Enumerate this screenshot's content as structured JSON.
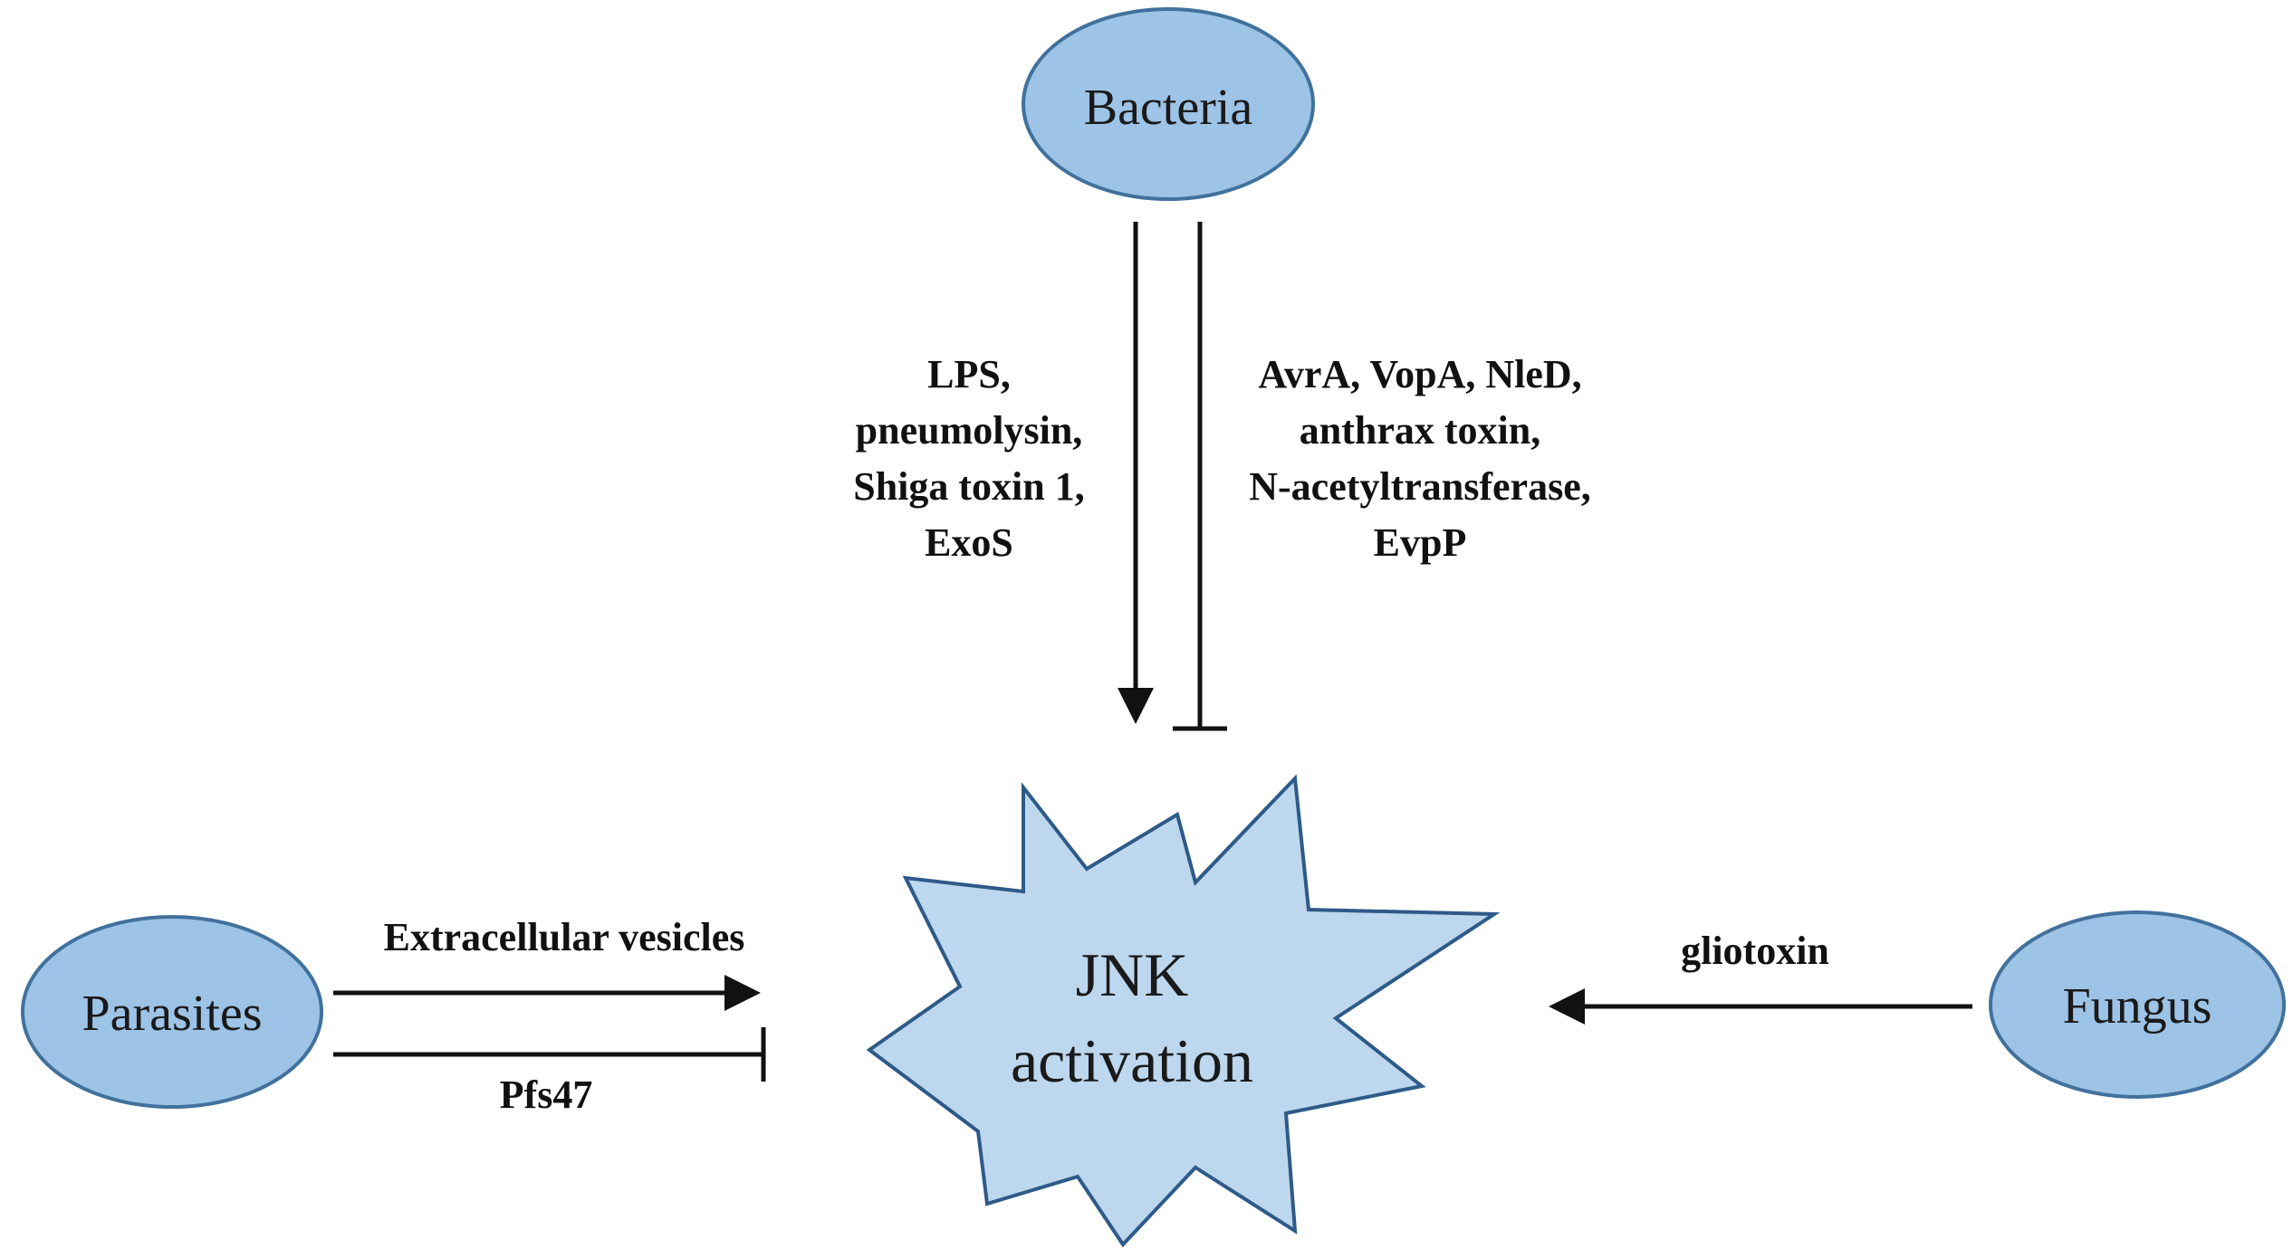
{
  "colors": {
    "node_fill": "#9dc3e6",
    "node_stroke": "#41719c",
    "star_fill": "#bdd7ee",
    "star_stroke": "#2e5a88",
    "line": "#111111",
    "text": "#1a1a1a"
  },
  "nodes": {
    "bacteria": "Bacteria",
    "parasites": "Parasites",
    "fungus": "Fungus",
    "center_line1": "JNK",
    "center_line2": "activation"
  },
  "edges": {
    "bacteria_activate": [
      "LPS,",
      "pneumolysin,",
      "Shiga toxin 1,",
      "ExoS"
    ],
    "bacteria_inhibit": [
      "AvrA, VopA, NleD,",
      "anthrax toxin,",
      "N-acetyltransferase,",
      "EvpP"
    ],
    "parasites_activate": "Extracellular vesicles",
    "parasites_inhibit": "Pfs47",
    "fungus_activate": "gliotoxin"
  }
}
